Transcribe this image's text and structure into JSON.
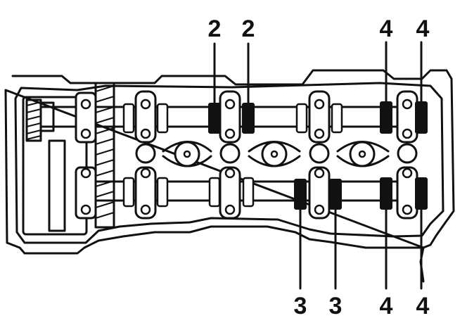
{
  "diagram": {
    "top_callouts": [
      "2",
      "2",
      "4",
      "4"
    ],
    "bottom_callouts": [
      "3",
      "3",
      "4",
      "4"
    ],
    "colors": {
      "ink": "#111111",
      "paper": "#ffffff"
    }
  }
}
